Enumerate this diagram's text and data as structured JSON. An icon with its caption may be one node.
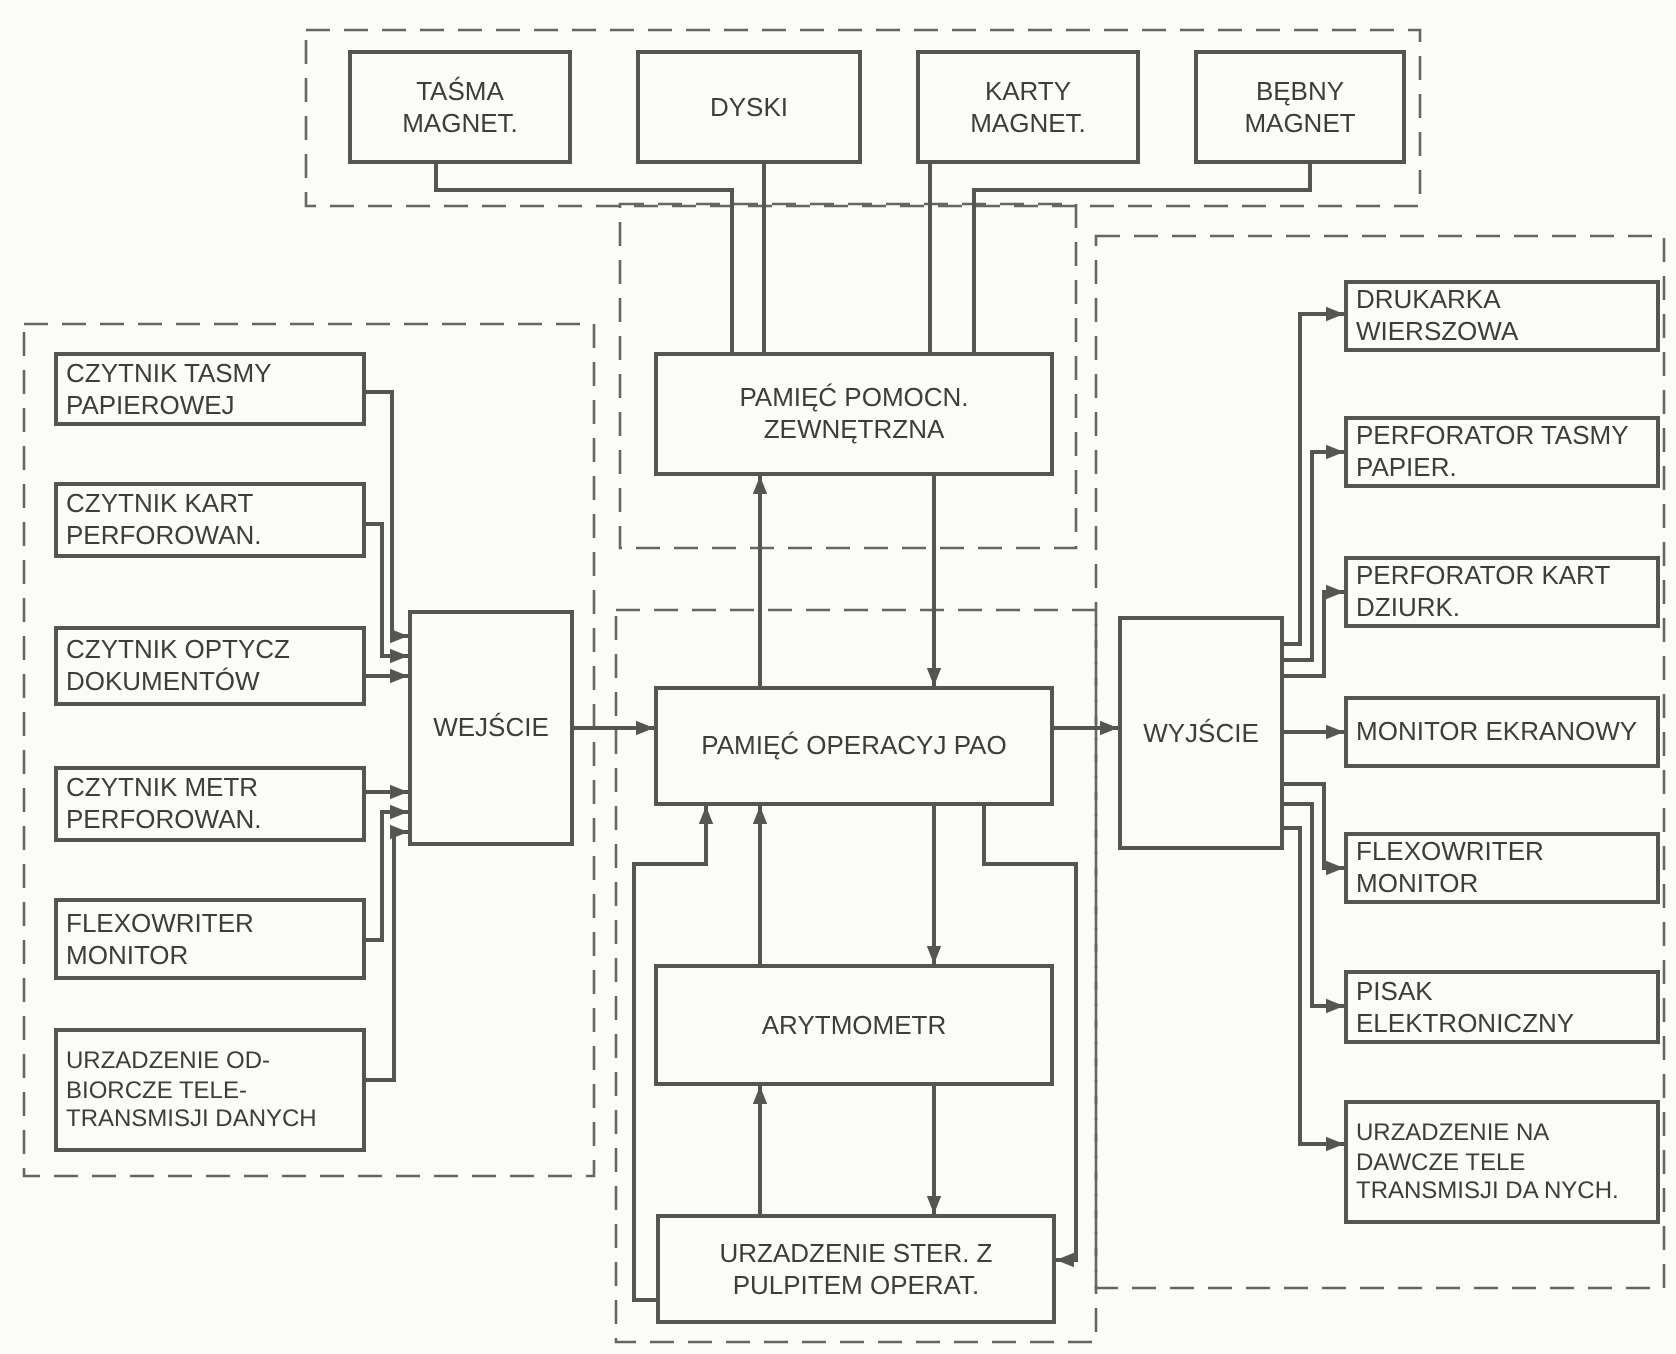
{
  "diagram": {
    "nodes": [
      {
        "text": [
          "TAŚMA MAGNET."
        ]
      },
      {
        "text": [
          "DYSKI"
        ]
      },
      {
        "text": [
          "KARTY MAGNET."
        ]
      },
      {
        "text": [
          "BĘBNY MAGNET"
        ]
      },
      {
        "text": [
          "CZYTNIK TASMY PAPIEROWEJ"
        ]
      },
      {
        "text": [
          "CZYTNIK KART PERFOROWAN."
        ]
      },
      {
        "text": [
          "CZYTNIK OPTYCZ DOKUMENTÓW"
        ]
      },
      {
        "text": [
          "CZYTNIK METR PERFOROWAN."
        ]
      },
      {
        "text": [
          "FLEXOWRITER MONITOR"
        ]
      },
      {
        "text": [
          "URZADZENIE OD- BIORCZE TELE- TRANSMISJI DANYCH"
        ]
      },
      {
        "text": [
          "PAMIĘĆ POMOCN. ZEWNĘTRZNA"
        ]
      },
      {
        "text": [
          "WEJŚCIE"
        ]
      },
      {
        "text": [
          "PAMIĘĆ OPERACYJ PAO"
        ]
      },
      {
        "text": [
          "WYJŚCIE"
        ]
      },
      {
        "text": [
          "ARYTMOMETR"
        ]
      },
      {
        "text": [
          "URZADZENIE STER. Z PULPITEM OPERAT."
        ]
      },
      {
        "text": [
          "DRUKARKA WIERSZOWA"
        ]
      },
      {
        "text": [
          "PERFORATOR TASMY PAPIER."
        ]
      },
      {
        "text": [
          "PERFORATOR KART DZIURK."
        ]
      },
      {
        "text": [
          "MONITOR EKRANOWY"
        ]
      },
      {
        "text": [
          "FLEXOWRITER MONITOR"
        ]
      },
      {
        "text": [
          "PISAK ELEKTRONICZNY"
        ]
      },
      {
        "text": [
          "URZADZENIE NA DAWCZE TELE TRANSMISJI DA NYCH."
        ]
      }
    ],
    "edges": [
      {
        "from": 0,
        "to": 10,
        "arrow": "none"
      },
      {
        "from": 1,
        "to": 10,
        "arrow": "none"
      },
      {
        "from": 2,
        "to": 10,
        "arrow": "none"
      },
      {
        "from": 3,
        "to": 10,
        "arrow": "none"
      },
      {
        "from": 4,
        "to": 11,
        "arrow": "to"
      },
      {
        "from": 5,
        "to": 11,
        "arrow": "to"
      },
      {
        "from": 6,
        "to": 11,
        "arrow": "to"
      },
      {
        "from": 7,
        "to": 11,
        "arrow": "to"
      },
      {
        "from": 8,
        "to": 11,
        "arrow": "to"
      },
      {
        "from": 9,
        "to": 11,
        "arrow": "to"
      },
      {
        "from": 11,
        "to": 12,
        "arrow": "to"
      },
      {
        "from": 12,
        "to": 13,
        "arrow": "to"
      },
      {
        "from": 12,
        "to": 10,
        "arrow": "to"
      },
      {
        "from": 10,
        "to": 12,
        "arrow": "to"
      },
      {
        "from": 14,
        "to": 12,
        "arrow": "to"
      },
      {
        "from": 12,
        "to": 14,
        "arrow": "to"
      },
      {
        "from": 15,
        "to": 14,
        "arrow": "to"
      },
      {
        "from": 14,
        "to": 15,
        "arrow": "to"
      },
      {
        "from": 15,
        "to": 12,
        "arrow": "to"
      },
      {
        "from": 12,
        "to": 15,
        "arrow": "to"
      },
      {
        "from": 13,
        "to": 16,
        "arrow": "to"
      },
      {
        "from": 13,
        "to": 17,
        "arrow": "to"
      },
      {
        "from": 13,
        "to": 18,
        "arrow": "to"
      },
      {
        "from": 13,
        "to": 19,
        "arrow": "to"
      },
      {
        "from": 13,
        "to": 20,
        "arrow": "to"
      },
      {
        "from": 13,
        "to": 21,
        "arrow": "to"
      },
      {
        "from": 13,
        "to": 22,
        "arrow": "to"
      }
    ]
  }
}
